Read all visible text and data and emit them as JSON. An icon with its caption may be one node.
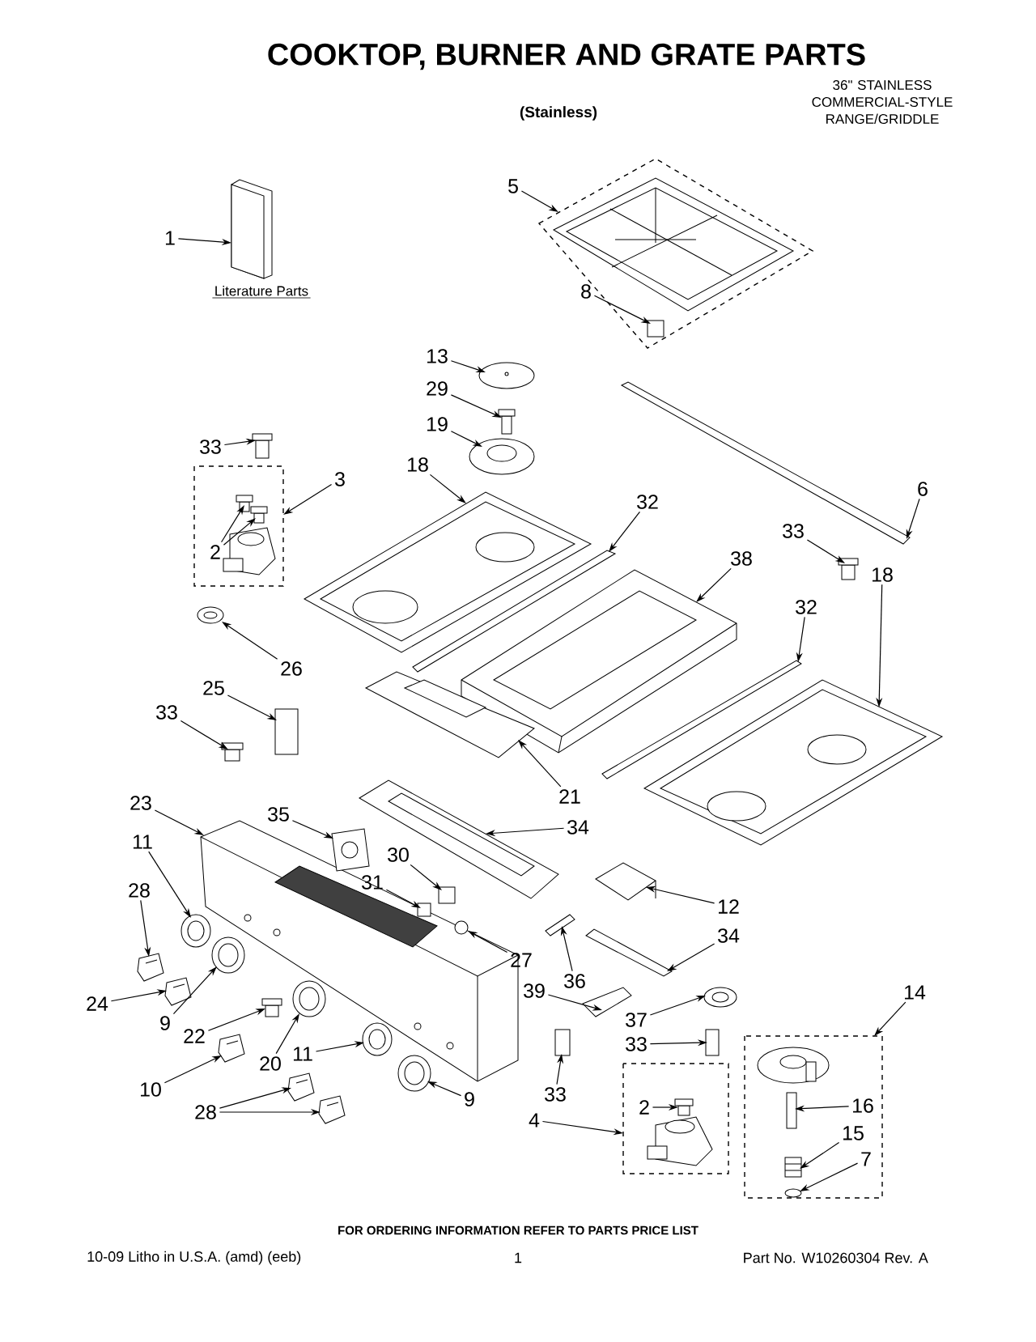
{
  "diagram": {
    "title": "COOKTOP, BURNER AND GRATE PARTS",
    "nodes": [
      {
        "text": [
          "1"
        ]
      },
      {
        "text": [],
        "shape": "picture",
        "beside": [
          "Literature Parts"
        ]
      },
      {
        "text": [
          "5"
        ]
      },
      {
        "text": [],
        "shape": "box"
      },
      {
        "text": [],
        "shape": "picture",
        "in": 3
      },
      {
        "text": [
          "8"
        ]
      },
      {
        "text": [],
        "shape": "box",
        "in": 3
      },
      {
        "text": [
          "13"
        ]
      },
      {
        "text": [],
        "shape": "picture"
      },
      {
        "text": [
          "29"
        ]
      },
      {
        "text": [],
        "shape": "picture"
      },
      {
        "text": [
          "19"
        ]
      },
      {
        "text": [],
        "shape": "picture"
      },
      {
        "text": [
          "18"
        ]
      },
      {
        "text": [],
        "shape": "picture"
      },
      {
        "text": [
          "32"
        ]
      },
      {
        "text": [],
        "shape": "bar"
      },
      {
        "text": [
          "38"
        ]
      },
      {
        "text": [],
        "shape": "picture"
      },
      {
        "text": [
          "6"
        ]
      },
      {
        "text": [],
        "shape": "bar"
      },
      {
        "text": [
          "33"
        ]
      },
      {
        "text": [],
        "shape": "picture"
      },
      {
        "text": [
          "32"
        ]
      },
      {
        "text": [],
        "shape": "bar"
      },
      {
        "text": [
          "18"
        ]
      },
      {
        "text": [],
        "shape": "picture"
      },
      {
        "text": [
          "21"
        ]
      },
      {
        "text": [],
        "shape": "picture"
      },
      {
        "text": [
          "33"
        ]
      },
      {
        "text": [],
        "shape": "picture"
      },
      {
        "text": [
          "3"
        ]
      },
      {
        "text": [],
        "shape": "box"
      },
      {
        "text": [],
        "shape": "picture",
        "in": 32
      },
      {
        "text": [],
        "shape": "picture",
        "in": 32
      },
      {
        "text": [
          "2"
        ],
        "in": 32
      },
      {
        "text": [
          "26"
        ]
      },
      {
        "text": [],
        "shape": "picture"
      },
      {
        "text": [
          "25"
        ]
      },
      {
        "text": [],
        "shape": "box"
      },
      {
        "text": [
          "33"
        ]
      },
      {
        "text": [],
        "shape": "picture"
      },
      {
        "text": [
          "34"
        ]
      },
      {
        "text": [],
        "shape": "picture"
      },
      {
        "text": [
          "23"
        ]
      },
      {
        "text": [],
        "shape": "picture"
      },
      {
        "text": [
          "35"
        ]
      },
      {
        "text": [],
        "shape": "picture"
      },
      {
        "text": [
          "30"
        ]
      },
      {
        "text": [],
        "shape": "box"
      },
      {
        "text": [
          "31"
        ]
      },
      {
        "text": [],
        "shape": "box"
      },
      {
        "text": [
          "27"
        ]
      },
      {
        "text": [],
        "shape": "circle"
      },
      {
        "text": [
          "36"
        ]
      },
      {
        "text": [],
        "shape": "picture"
      },
      {
        "text": [
          "12"
        ]
      },
      {
        "text": [],
        "shape": "picture"
      },
      {
        "text": [
          "34"
        ]
      },
      {
        "text": [],
        "shape": "picture"
      },
      {
        "text": [
          "39"
        ]
      },
      {
        "text": [],
        "shape": "picture"
      },
      {
        "text": [
          "37"
        ]
      },
      {
        "text": [],
        "shape": "picture"
      },
      {
        "text": [
          "33"
        ]
      },
      {
        "text": [],
        "shape": "box"
      },
      {
        "text": [
          "33"
        ]
      },
      {
        "text": [],
        "shape": "box"
      },
      {
        "text": [
          "4"
        ]
      },
      {
        "text": [],
        "shape": "box"
      },
      {
        "text": [],
        "shape": "picture",
        "in": 69
      },
      {
        "text": [
          "2"
        ],
        "in": 69
      },
      {
        "text": [
          "14"
        ]
      },
      {
        "text": [],
        "shape": "box"
      },
      {
        "text": [
          "16"
        ],
        "in": 73
      },
      {
        "text": [],
        "shape": "bar",
        "in": 73
      },
      {
        "text": [
          "15"
        ],
        "in": 73
      },
      {
        "text": [],
        "shape": "picture",
        "in": 73
      },
      {
        "text": [
          "7"
        ],
        "in": 73
      },
      {
        "text": [],
        "shape": "circle",
        "in": 73
      },
      {
        "text": [
          "11"
        ]
      },
      {
        "text": [],
        "shape": "picture"
      },
      {
        "text": [
          "28"
        ]
      },
      {
        "text": [],
        "shape": "picture"
      },
      {
        "text": [
          "9"
        ]
      },
      {
        "text": [],
        "shape": "picture"
      },
      {
        "text": [
          "24"
        ]
      },
      {
        "text": [],
        "shape": "picture"
      },
      {
        "text": [
          "22"
        ]
      },
      {
        "text": [],
        "shape": "picture"
      },
      {
        "text": [
          "20"
        ]
      },
      {
        "text": [],
        "shape": "picture"
      },
      {
        "text": [
          "10"
        ]
      },
      {
        "text": [],
        "shape": "picture"
      },
      {
        "text": [
          "11"
        ]
      },
      {
        "text": [],
        "shape": "picture"
      },
      {
        "text": [
          "9"
        ]
      },
      {
        "text": [],
        "shape": "picture"
      },
      {
        "text": [
          "28"
        ]
      },
      {
        "text": [],
        "shape": "picture"
      },
      {
        "text": [],
        "shape": "picture"
      }
    ],
    "edges": [
      {
        "from": 0,
        "to": 1,
        "arrow": "to"
      },
      {
        "from": 2,
        "to": 3,
        "arrow": "to"
      },
      {
        "from": 5,
        "to": 6,
        "arrow": "to"
      },
      {
        "from": 7,
        "to": 8,
        "arrow": "to"
      },
      {
        "from": 9,
        "to": 10,
        "arrow": "to"
      },
      {
        "from": 11,
        "to": 12,
        "arrow": "to"
      },
      {
        "from": 13,
        "to": 14,
        "arrow": "to"
      },
      {
        "from": 15,
        "to": 16,
        "arrow": "to"
      },
      {
        "from": 17,
        "to": 18,
        "arrow": "to"
      },
      {
        "from": 19,
        "to": 20,
        "arrow": "to"
      },
      {
        "from": 21,
        "to": 22,
        "arrow": "to"
      },
      {
        "from": 23,
        "to": 24,
        "arrow": "to"
      },
      {
        "from": 25,
        "to": 26,
        "arrow": "to"
      },
      {
        "from": 27,
        "to": 28,
        "arrow": "to"
      },
      {
        "from": 29,
        "to": 30,
        "arrow": "to"
      },
      {
        "from": 31,
        "to": 32,
        "arrow": "to"
      },
      {
        "from": 35,
        "to": 33,
        "arrow": "to"
      },
      {
        "from": 35,
        "to": 34,
        "arrow": "to"
      },
      {
        "from": 36,
        "to": 37,
        "arrow": "to"
      },
      {
        "from": 38,
        "to": 39,
        "arrow": "to"
      },
      {
        "from": 40,
        "to": 41,
        "arrow": "to"
      },
      {
        "from": 42,
        "to": 43,
        "arrow": "to"
      },
      {
        "from": 44,
        "to": 45,
        "arrow": "to"
      },
      {
        "from": 46,
        "to": 47,
        "arrow": "to"
      },
      {
        "from": 48,
        "to": 49,
        "arrow": "to"
      },
      {
        "from": 50,
        "to": 51,
        "arrow": "to"
      },
      {
        "from": 52,
        "to": 53,
        "arrow": "to"
      },
      {
        "from": 54,
        "to": 55,
        "arrow": "to"
      },
      {
        "from": 56,
        "to": 57,
        "arrow": "to"
      },
      {
        "from": 58,
        "to": 59,
        "arrow": "to"
      },
      {
        "from": 60,
        "to": 61,
        "arrow": "to"
      },
      {
        "from": 62,
        "to": 63,
        "arrow": "to"
      },
      {
        "from": 64,
        "to": 65,
        "arrow": "to"
      },
      {
        "from": 66,
        "to": 67,
        "arrow": "to"
      },
      {
        "from": 68,
        "to": 69,
        "arrow": "to"
      },
      {
        "from": 71,
        "to": 70,
        "arrow": "to"
      },
      {
        "from": 72,
        "to": 73,
        "arrow": "to"
      },
      {
        "from": 74,
        "to": 75,
        "arrow": "to"
      },
      {
        "from": 76,
        "to": 77,
        "arrow": "to"
      },
      {
        "from": 78,
        "to": 79,
        "arrow": "to"
      },
      {
        "from": 80,
        "to": 81,
        "arrow": "to"
      },
      {
        "from": 82,
        "to": 83,
        "arrow": "to"
      },
      {
        "from": 84,
        "to": 85,
        "arrow": "to"
      },
      {
        "from": 86,
        "to": 87,
        "arrow": "to"
      },
      {
        "from": 88,
        "to": 89,
        "arrow": "to"
      },
      {
        "from": 90,
        "to": 91,
        "arrow": "to"
      },
      {
        "from": 92,
        "to": 93,
        "arrow": "to"
      },
      {
        "from": 94,
        "to": 95,
        "arrow": "to"
      },
      {
        "from": 96,
        "to": 97,
        "arrow": "to"
      },
      {
        "from": 98,
        "to": 99,
        "arrow": "to"
      },
      {
        "from": 98,
        "to": 100,
        "arrow": "to"
      }
    ],
    "labels": [
      "(Stainless)",
      "36\" STAINLESS COMMERCIAL-STYLE RANGE/GRIDDLE",
      "FOR ORDERING INFORMATION REFER TO PARTS PRICE LIST",
      "10-09 Litho in U.S.A. (amd) (eeb)",
      "1",
      "Part No. W10260304 Rev. A"
    ]
  }
}
